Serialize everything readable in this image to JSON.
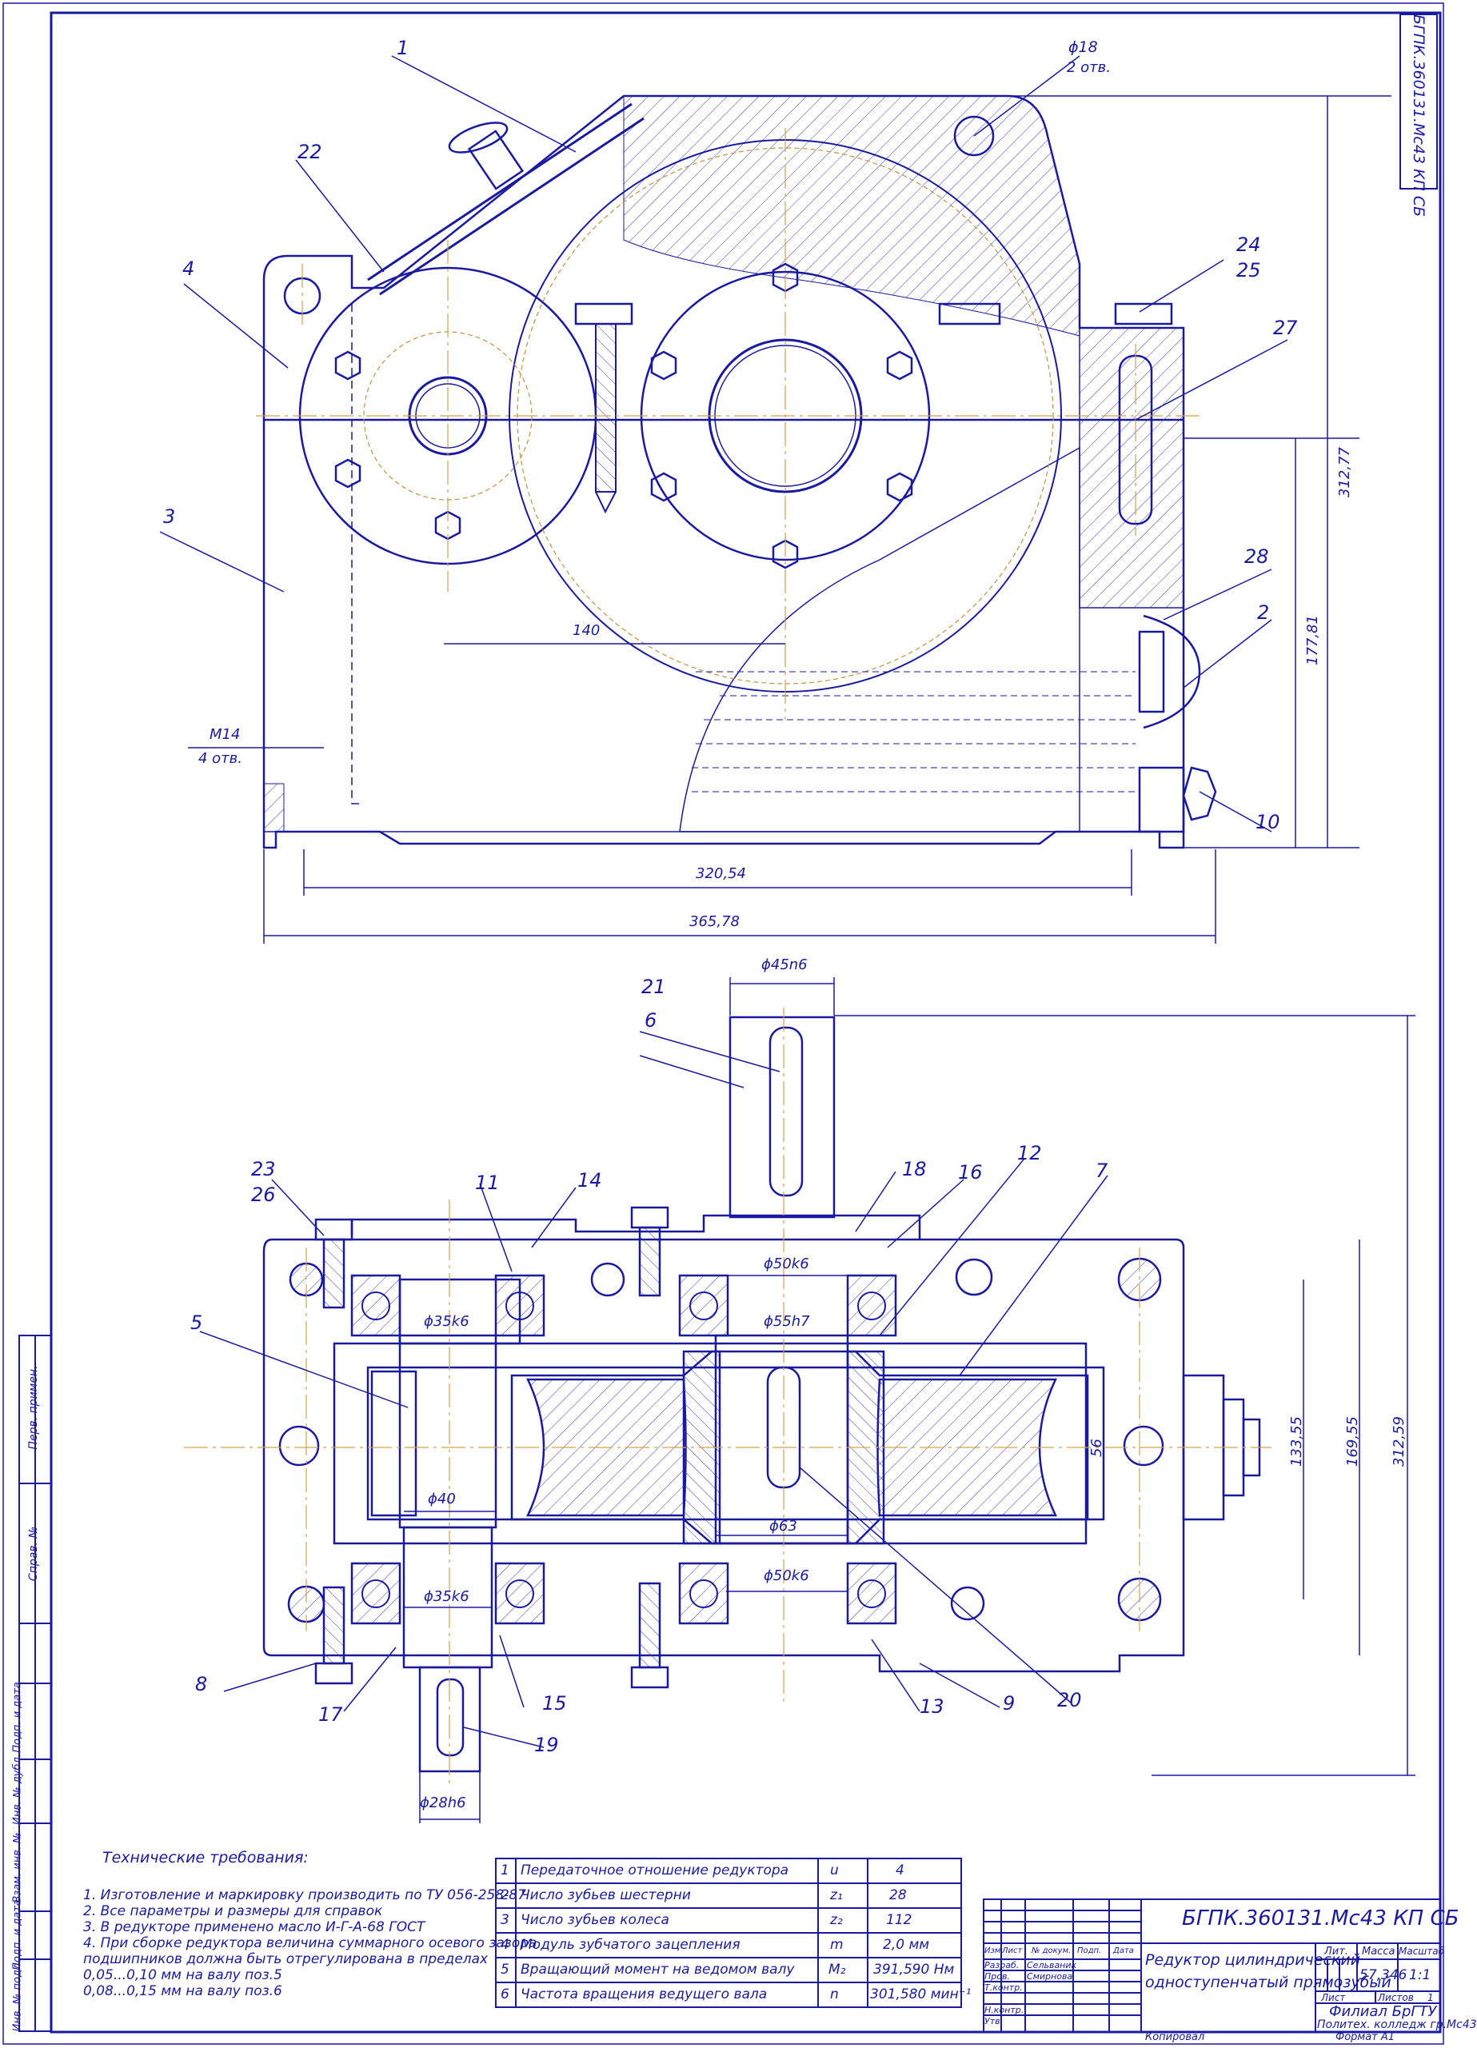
{
  "sheet": {
    "code_vertical": "БГПК.360131.Мс43 КП СБ",
    "format": "Формат А1",
    "copied": "Копировал"
  },
  "side_strip": {
    "perv_primen": "Перв. примен.",
    "sprav_no": "Справ. №",
    "podp_data_1": "Подп. и дата",
    "inv_dubl": "Инв. № дубл.",
    "vzam_inv": "Взам. инв. №",
    "podp_data_2": "Подп. и дата",
    "inv_podl": "Инв. № подл."
  },
  "top_view": {
    "callouts": [
      "1",
      "22",
      "4",
      "3",
      "24",
      "25",
      "27",
      "28",
      "2",
      "10"
    ],
    "dims": {
      "d18": "ϕ18",
      "otv2": "2 отв.",
      "d140": "140",
      "m14": "М14",
      "otv4": "4 отв.",
      "d320": "320,54",
      "d365": "365,78",
      "d312": "312,77",
      "d177": "177,81"
    }
  },
  "bottom_view": {
    "callouts": [
      "21",
      "6",
      "23",
      "26",
      "11",
      "14",
      "18",
      "16",
      "12",
      "7",
      "5",
      "8",
      "17",
      "15",
      "19",
      "13",
      "9",
      "20"
    ],
    "dims": {
      "d45": "ϕ45n6",
      "d50a": "ϕ50k6",
      "d55": "ϕ55h7",
      "d35a": "ϕ35k6",
      "d40": "ϕ40",
      "d63": "ϕ63",
      "d50b": "ϕ50k6",
      "d35b": "ϕ35k6",
      "d28": "ϕ28h6",
      "d56": "56",
      "d133": "133,55",
      "d169": "169,55",
      "d312": "312,59"
    }
  },
  "requirements": {
    "title": "Технические требования:",
    "items": [
      "1. Изготовление и маркировку производить по ТУ 056-258-87",
      "2. Все параметры и размеры для справок",
      "3. В редукторе применено масло И-Г-А-68 ГОСТ",
      "4. При сборке редуктора величина суммарного осевого зазора",
      "подшипников должна быть отрегулирована в пределах",
      "0,05...0,10 мм на валу поз.5",
      "0,08...0,15 мм на валу поз.6"
    ]
  },
  "params_table": {
    "rows": [
      {
        "n": "1",
        "name": "Передаточное отношение редуктора",
        "sym": "u",
        "val": "4"
      },
      {
        "n": "2",
        "name": "Число зубьев шестерни",
        "sym": "z₁",
        "val": "28"
      },
      {
        "n": "3",
        "name": "Число зубьев колеса",
        "sym": "z₂",
        "val": "112"
      },
      {
        "n": "4",
        "name": "Модуль зубчатого зацепления",
        "sym": "m",
        "val": "2,0 мм"
      },
      {
        "n": "5",
        "name": "Вращающий момент на ведомом валу",
        "sym": "M₂",
        "val": "391,590 Нм"
      },
      {
        "n": "6",
        "name": "Частота вращения ведущего вала",
        "sym": "n",
        "val": "301,580 мин⁻¹"
      }
    ]
  },
  "title_block": {
    "code": "БГПК.360131.Мс43 КП СБ",
    "name_line1": "Редуктор цилиндрический",
    "name_line2": "одноступенчатый прямозубый",
    "col_izm": "Изм.",
    "col_list": "Лист",
    "col_doc": "№ докум.",
    "col_podp": "Подп.",
    "col_data": "Дата",
    "razrab": "Разраб.",
    "razrab_name": "Сельваник",
    "prov": "Пров.",
    "prov_name": "Смирнова",
    "tkontr": "Т.контр.",
    "nkontr": "Н.контр.",
    "utv": "Утв.",
    "lit": "Лит.",
    "massa": "Масса",
    "masshtab": "Масштаб",
    "mass_val": "57,346",
    "scale_val": "1:1",
    "list": "Лист",
    "listov": "Листов",
    "listov_val": "1",
    "org1": "Филиал БрГТУ",
    "org2": "Политех. колледж гр.Мс43"
  }
}
